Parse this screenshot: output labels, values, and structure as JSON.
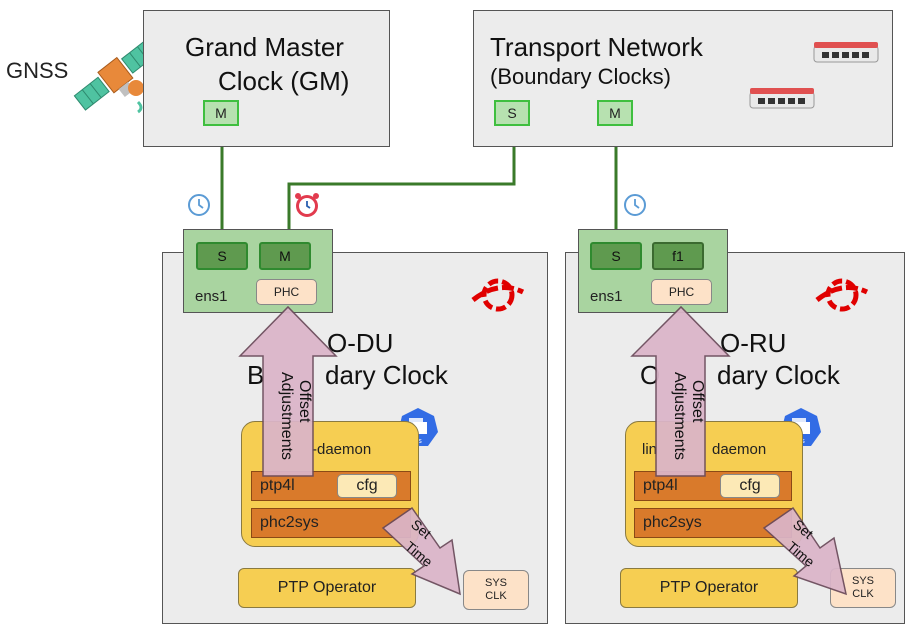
{
  "gnss": {
    "label": "GNSS"
  },
  "gm": {
    "title_line1": "Grand Master",
    "title_line2": "Clock (GM)",
    "port": "M"
  },
  "transport": {
    "title": "Transport Network",
    "subtitle": "(Boundary Clocks)",
    "port_s": "S",
    "port_m": "M"
  },
  "odu": {
    "nic_label": "ens1",
    "port_s": "S",
    "port_m": "M",
    "phc": "PHC",
    "title_line1": "O-DU",
    "title_line2": "Boundary Clock",
    "title_visible_line1": "O-DU",
    "title_visible_line2": "dary Clock",
    "title_visible_b": "B",
    "daemon_label": "-daemon",
    "ptp4l": "ptp4l",
    "cfg": "cfg",
    "phc2sys": "phc2sys",
    "ptp_operator": "PTP Operator",
    "sys": "SYS",
    "clk": "CLK",
    "arrow_up_line1": "Offset",
    "arrow_up_line2": "Adjustments",
    "set_line1": "Set",
    "set_line2": "Time"
  },
  "oru": {
    "nic_label": "ens1",
    "port_s": "S",
    "port_f1": "f1",
    "phc": "PHC",
    "title_visible_line1": "O-RU",
    "title_visible_line2": "dary Clock",
    "title_visible_o": "O",
    "daemon_label_left": "lin",
    "daemon_label": "daemon",
    "ptp4l": "ptp4l",
    "cfg": "cfg",
    "phc2sys": "phc2sys",
    "ptp_operator": "PTP Operator",
    "sys": "SYS",
    "clk": "CLK",
    "arrow_up_line1": "Offset",
    "arrow_up_line2": "Adjustments",
    "set_line1": "Set",
    "set_line2": "Time"
  },
  "ds_badge": "ds",
  "colors": {
    "link": "#3a7a2a",
    "arrow": "#d9b3c9",
    "redhat": "#e00000",
    "k8s": "#326ce5"
  }
}
